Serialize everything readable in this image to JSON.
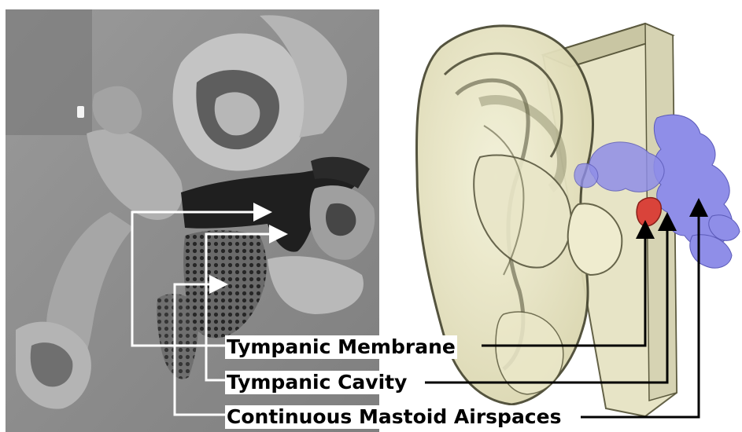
{
  "labels": {
    "tympanic_membrane": "Tympanic Membrane",
    "tympanic_cavity": "Tympanic Cavity",
    "continuous_mastoid_airspaces": "Continuous Mastoid Airspaces"
  },
  "panels": {
    "left": "ct-scan-grayscale",
    "right": "3d-ear-model"
  },
  "colors": {
    "ct_background": "#8e8e8e",
    "ear_skin": "#ece9cc",
    "tympanic_membrane": "#d9433a",
    "mastoid_airspaces": "#8f8ee8",
    "annotation_line_left": "#ffffff",
    "annotation_line_right": "#000000"
  }
}
